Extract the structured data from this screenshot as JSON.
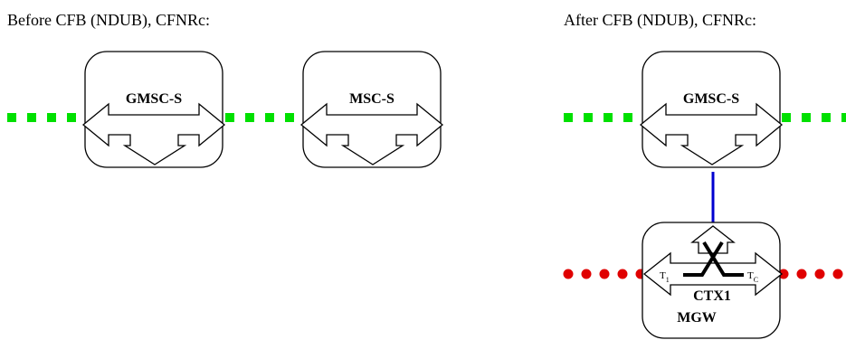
{
  "left_panel": {
    "title": "Before CFB (NDUB), CFNRc:",
    "node_a_label": "GMSC-S",
    "node_b_label": "MSC-S"
  },
  "right_panel": {
    "title": "After CFB (NDUB), CFNRc:",
    "node_top_label": "GMSC-S",
    "node_bottom_label_1": "CTX1",
    "node_bottom_label_2": "MGW",
    "term_left_main": "T",
    "term_left_sub": "1",
    "term_right_main": "T",
    "term_right_sub": "C"
  },
  "colors": {
    "green_dash": "#00e000",
    "red_dot": "#e00000",
    "blue_link": "#0000d0"
  }
}
